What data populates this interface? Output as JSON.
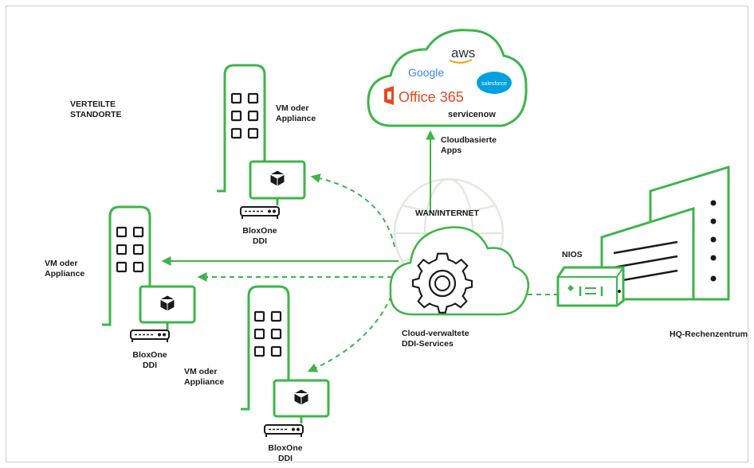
{
  "labels": {
    "distributed_sites": [
      "VERTEILTE",
      "STANDORTE"
    ],
    "vm_appliance": [
      "VM oder",
      "Appliance"
    ],
    "bloxone": [
      "BloxOne",
      "DDI"
    ],
    "wan": "WAN/INTERNET",
    "cloud_apps": [
      "Cloudbasierte",
      "Apps"
    ],
    "cloud_services": [
      "Cloud-verwaltete",
      "DDI-Services"
    ],
    "nios": "NIOS",
    "hq": "HQ-Rechenzentrum"
  },
  "cloud_logos": {
    "aws": "aws",
    "google": "Google",
    "salesforce": "salesforce",
    "office": "Office 365",
    "servicenow": "servicenow"
  },
  "colors": {
    "accent": "#3db54a",
    "text": "#1a1a1a",
    "globe": "#e3e8e1",
    "office": "#e8491d",
    "google_blue": "#4285f4",
    "salesforce": "#00a1e0",
    "border": "#cccccc"
  },
  "icons": [
    "building-icon",
    "monitor-icon",
    "cube-icon",
    "appliance-icon",
    "gear-icon",
    "cloud-icon",
    "globe-icon",
    "datacenter-icon",
    "office-icon"
  ]
}
